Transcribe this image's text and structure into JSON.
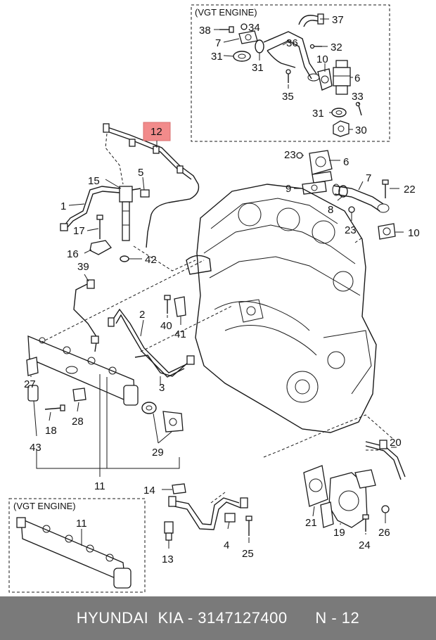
{
  "diagram": {
    "vgt_box_top_title": "(VGT ENGINE)",
    "vgt_box_bottom_title": "(VGT ENGINE)",
    "highlight_color": "#f28b8b",
    "callouts": {
      "c37": "37",
      "c38": "38",
      "c34": "34",
      "c7a": "7",
      "c36": "36",
      "c32": "32",
      "c31a": "31",
      "c31b": "31",
      "c10a": "10",
      "c6a": "6",
      "c35": "35",
      "c33": "33",
      "c31c": "31",
      "c30": "30",
      "c12": "12",
      "c15": "15",
      "c5": "5",
      "c1": "1",
      "c17": "17",
      "c16": "16",
      "c42": "42",
      "c23a": "23",
      "c6b": "6",
      "c7b": "7",
      "c9": "9",
      "c22": "22",
      "c8": "8",
      "c23b": "23",
      "c10b": "10",
      "c39": "39",
      "c2": "2",
      "c40": "40",
      "c41": "41",
      "c27": "27",
      "c3": "3",
      "c18": "18",
      "c28": "28",
      "c43": "43",
      "c29": "29",
      "c11a": "11",
      "c20": "20",
      "c14": "14",
      "c11b": "11",
      "c21": "21",
      "c19": "19",
      "c24": "24",
      "c26": "26",
      "c4": "4",
      "c25": "25",
      "c13": "13"
    }
  },
  "footer": {
    "brand": "HYUNDAI  KIA - 3147127400",
    "page": "N - 12"
  }
}
